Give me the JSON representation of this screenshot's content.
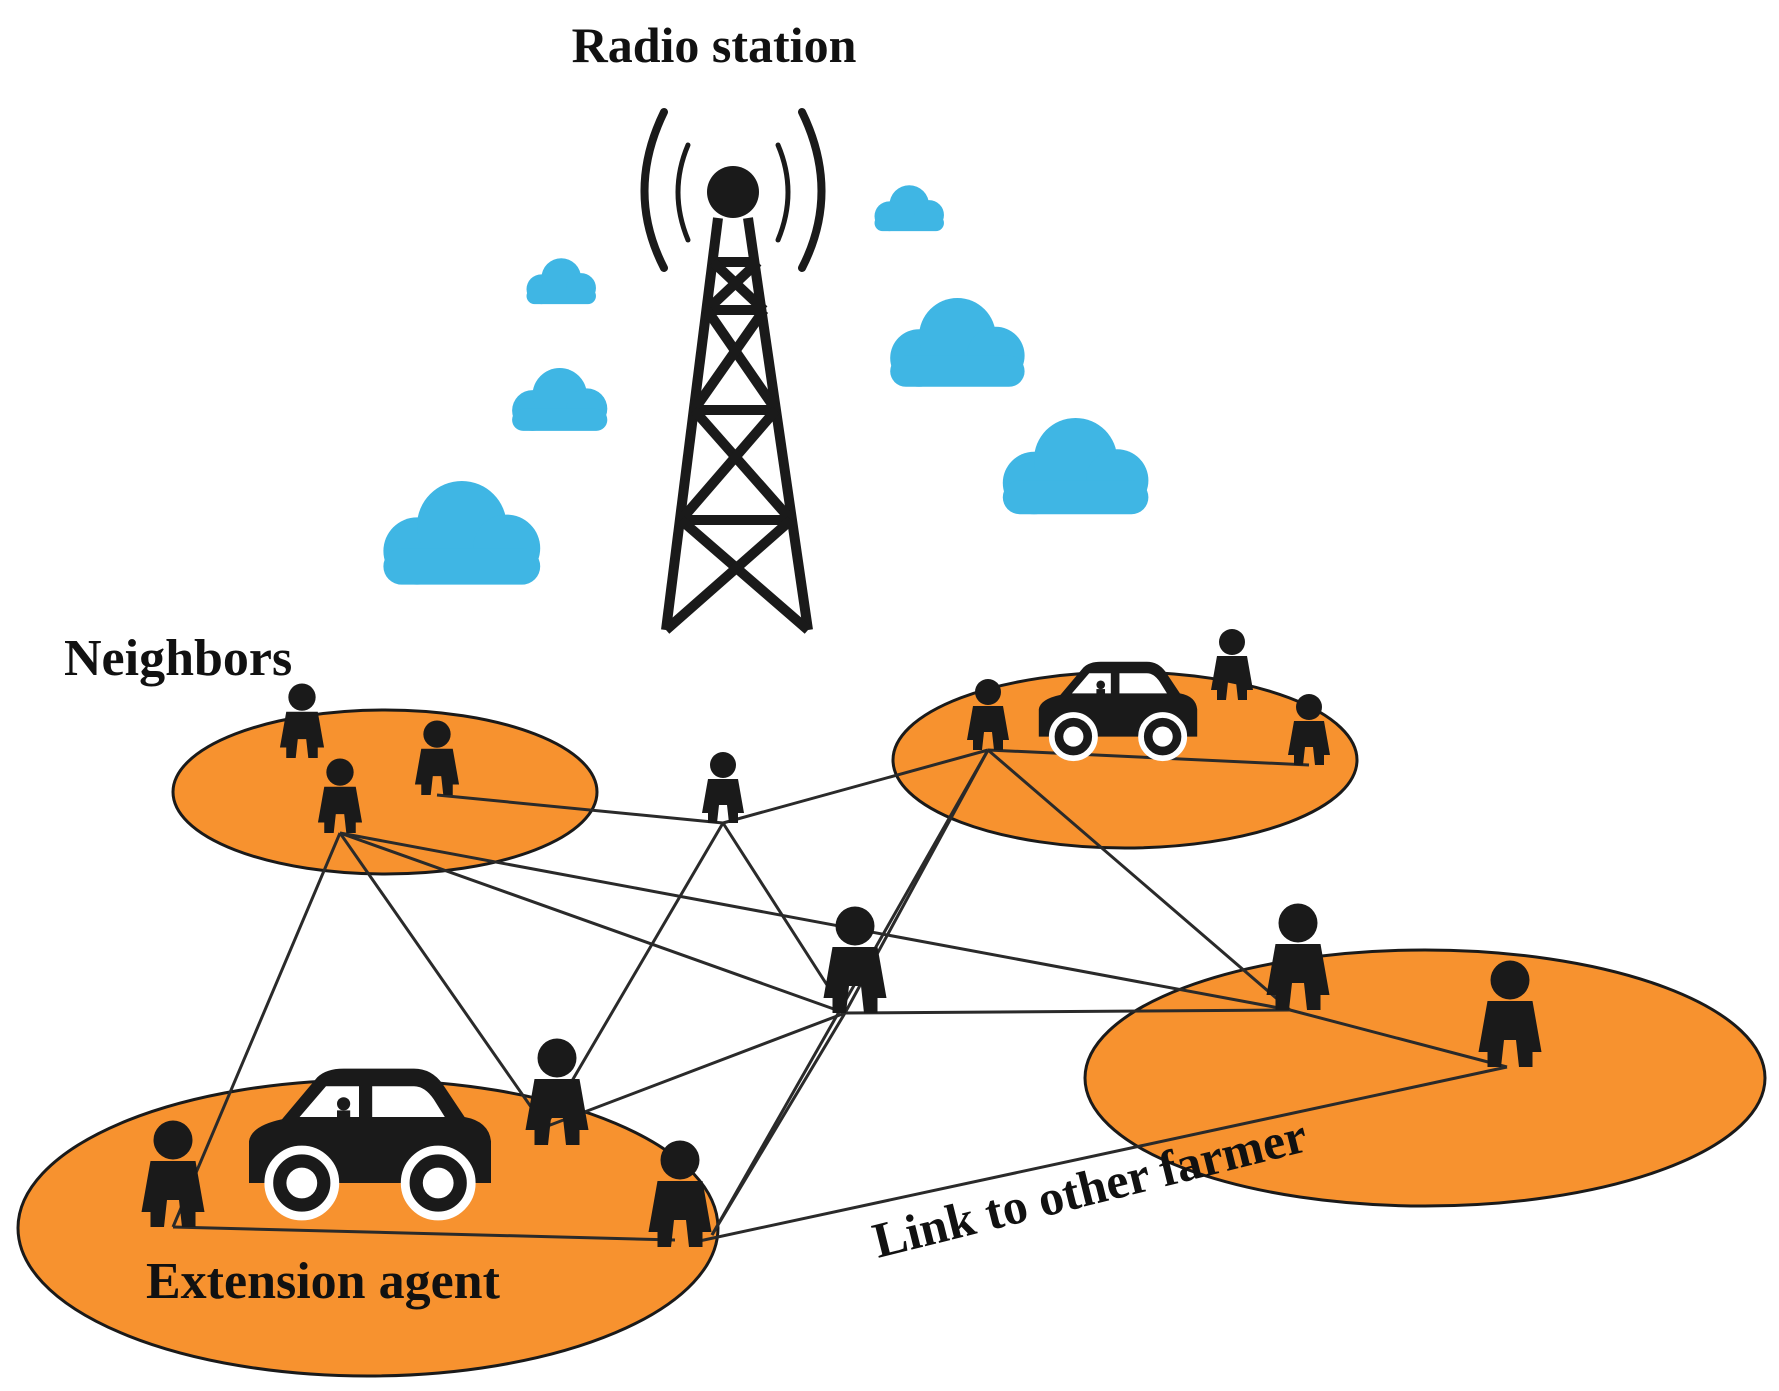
{
  "labels": {
    "radio_station": "Radio station",
    "neighbors": "Neighbors",
    "extension_agent": "Extension agent",
    "link_to_other_farmer": "Link to other farmer"
  },
  "colors": {
    "group_fill": "#f7922f",
    "group_stroke": "#1a1a1a",
    "cloud": "#3fb6e4",
    "silhouette": "#1a1a1a",
    "link_line": "#2a2a2a"
  },
  "icons": [
    "radio-tower-icon",
    "cloud-icon",
    "person-icon",
    "car-icon"
  ]
}
